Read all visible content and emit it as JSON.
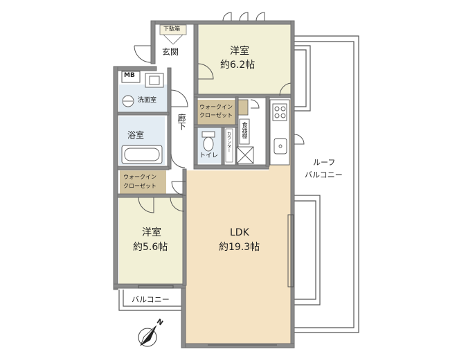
{
  "rooms": {
    "western_room_1": {
      "name": "洋室",
      "size": "約6.2帖"
    },
    "entrance": "玄関",
    "shoe_box": "下駄箱",
    "mb": "MB",
    "washroom": "洗面室",
    "corridor": "廊下",
    "bath": "浴室",
    "walk_in_closet_1": {
      "line1": "ウォークイン",
      "line2": "クローゼット"
    },
    "walk_in_closet_2": {
      "line1": "ウォークイン",
      "line2": "クローゼット"
    },
    "dish_shelf": "食器棚",
    "counter": "カウンター",
    "toilet": "トイレ",
    "western_room_2": {
      "name": "洋室",
      "size": "約5.6帖"
    },
    "ldk": {
      "name": "LDK",
      "size": "約19.3帖"
    },
    "balcony": "バルコニー",
    "roof_balcony": {
      "line1": "ルーフ",
      "line2": "バルコニー"
    }
  },
  "compass": "N",
  "colors": {
    "wall": "#6e6e6e",
    "wall_fill": "#8c8c8c",
    "bedroom": "#f2f0d6",
    "ldk": "#f5e3c3",
    "closet": "#d2c39f",
    "wet": "#e3ecf3",
    "floor_hall": "#ffffff",
    "outline": "#555555"
  }
}
